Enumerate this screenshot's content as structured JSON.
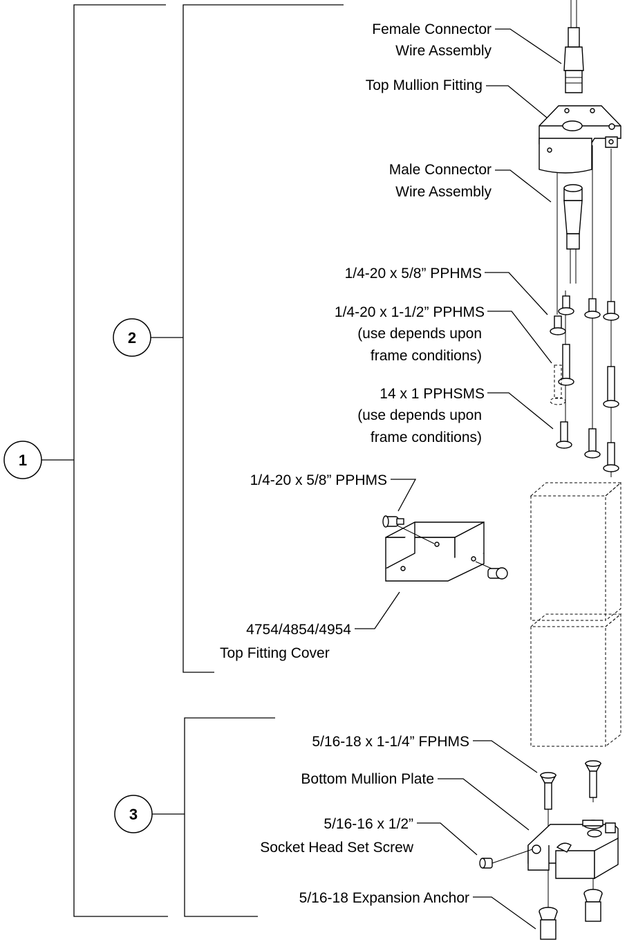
{
  "callouts": {
    "c1": "1",
    "c2": "2",
    "c3": "3"
  },
  "labels": {
    "female_connector_1": "Female Connector",
    "female_connector_2": "Wire Assembly",
    "top_mullion_fitting": "Top Mullion Fitting",
    "male_connector_1": "Male Connector",
    "male_connector_2": "Wire Assembly",
    "screw_a": "1/4-20 x 5/8” PPHMS",
    "screw_b_1": "1/4-20 x 1-1/2” PPHMS",
    "screw_b_2": "(use depends upon",
    "screw_b_3": "frame conditions)",
    "screw_c_1": "14 x 1 PPHSMS",
    "screw_c_2": "(use depends upon",
    "screw_c_3": "frame conditions)",
    "cover_screw": "1/4-20 x 5/8” PPHMS",
    "cover_1": "4754/4854/4954",
    "cover_2": "Top Fitting Cover",
    "fphms": "5/16-18 x 1-1/4” FPHMS",
    "bottom_plate": "Bottom Mullion Plate",
    "set_screw_1": "5/16-16 x 1/2”",
    "set_screw_2": "Socket Head Set Screw",
    "anchor": "5/16-18 Expansion Anchor"
  }
}
